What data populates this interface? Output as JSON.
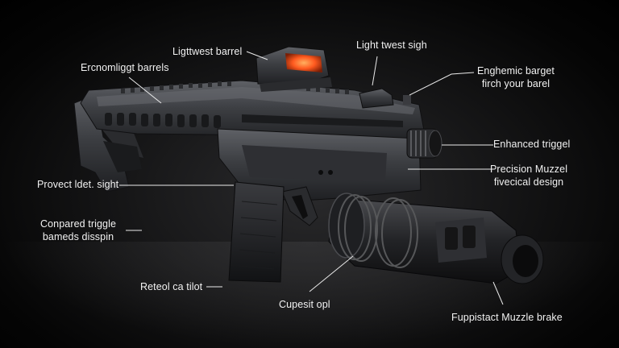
{
  "callouts": {
    "lightweight_barrel": "Ligttwest barrel",
    "ergonomic_barrels": "Ercnomliggt barrels",
    "light_sight": "Light twest sigh",
    "engineered_target": {
      "line1": "Enghemic barget",
      "line2": "firch your barel"
    },
    "enhanced_trigger": "Enhanced triggel",
    "precision_muzzle": {
      "line1": "Precision Muzzel",
      "line2": "fivecical design"
    },
    "protect_sight": "Provect ldet. sight",
    "compared_trigger": {
      "line1": "Conpared triggle",
      "line2": "bameds disspin"
    },
    "retool_tilt": "Reteol ca tilot",
    "cupesit_opl": "Cupesit opl",
    "muzzle_brake": "Fuppistact Muzzle brake"
  },
  "colors": {
    "background": "#000000",
    "metal": "#3a3b3e",
    "metal_highlight": "#5c5e62",
    "optic_glow": "#ff5a1f",
    "label": "#f2f2f2"
  }
}
